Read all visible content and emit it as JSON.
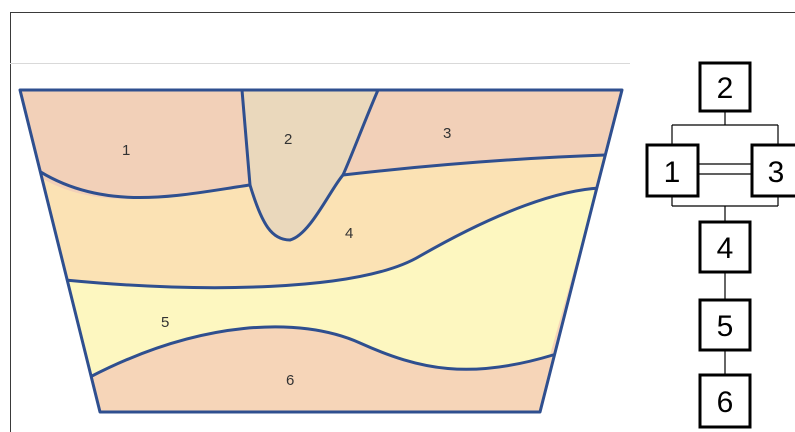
{
  "cross_section": {
    "layers": [
      {
        "id": "1",
        "label": "1",
        "color": "#F2D0B8"
      },
      {
        "id": "2",
        "label": "2",
        "color": "#EAD8BC"
      },
      {
        "id": "3",
        "label": "3",
        "color": "#F2D0B8"
      },
      {
        "id": "4",
        "label": "4",
        "color": "#FBE2B4"
      },
      {
        "id": "5",
        "label": "5",
        "color": "#FDF7C0"
      },
      {
        "id": "6",
        "label": "6",
        "color": "#F6D5B8"
      }
    ],
    "boundary_color": "#2F4F8F"
  },
  "graph": {
    "nodes": [
      {
        "id": "2",
        "label": "2"
      },
      {
        "id": "1",
        "label": "1"
      },
      {
        "id": "3",
        "label": "3"
      },
      {
        "id": "4",
        "label": "4"
      },
      {
        "id": "5",
        "label": "5"
      },
      {
        "id": "6",
        "label": "6"
      }
    ],
    "edges": [
      {
        "from": "2",
        "to": "1"
      },
      {
        "from": "2",
        "to": "3"
      },
      {
        "from": "1",
        "to": "3",
        "type": "double"
      },
      {
        "from": "1",
        "to": "4"
      },
      {
        "from": "3",
        "to": "4"
      },
      {
        "from": "4",
        "to": "5"
      },
      {
        "from": "5",
        "to": "6"
      }
    ]
  }
}
